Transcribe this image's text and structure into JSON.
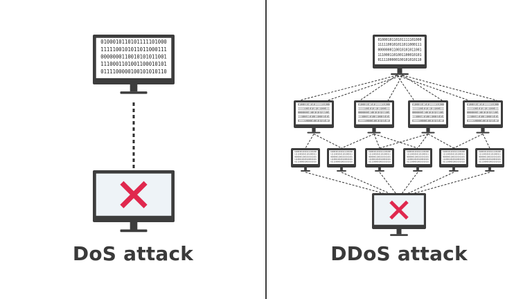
{
  "dos": {
    "caption": "DoS attack",
    "attacker_code": [
      "0100010110101111101000",
      "1111100101011011000111",
      "0000000110010101011001",
      "1110001101001100010101",
      "0111100000100101010110"
    ]
  },
  "ddos": {
    "caption": "DDoS attack",
    "master_code": [
      "0100010110101111101000",
      "1111100101011011000111",
      "0000000110010101011001",
      "1110001101001100010101",
      "0111100000100101010110"
    ],
    "handler_code": [
      "0100010110101111101000",
      "1111100101011011000111",
      "0000000110010101011001",
      "1110001101001100010101",
      "0111100000100101010110"
    ],
    "bot_code": [
      "0100010110101111101000",
      "1111100101011011000111",
      "0000000110010101011001",
      "1110001101001100010101",
      "0111100000100101010110"
    ]
  },
  "colors": {
    "frame": "#3d3d3d",
    "screen": "#ffffff",
    "target_screen": "#eef3f7",
    "cross": "#e0284e",
    "divider": "#3d3d3d",
    "line": "#2f2f2f"
  }
}
